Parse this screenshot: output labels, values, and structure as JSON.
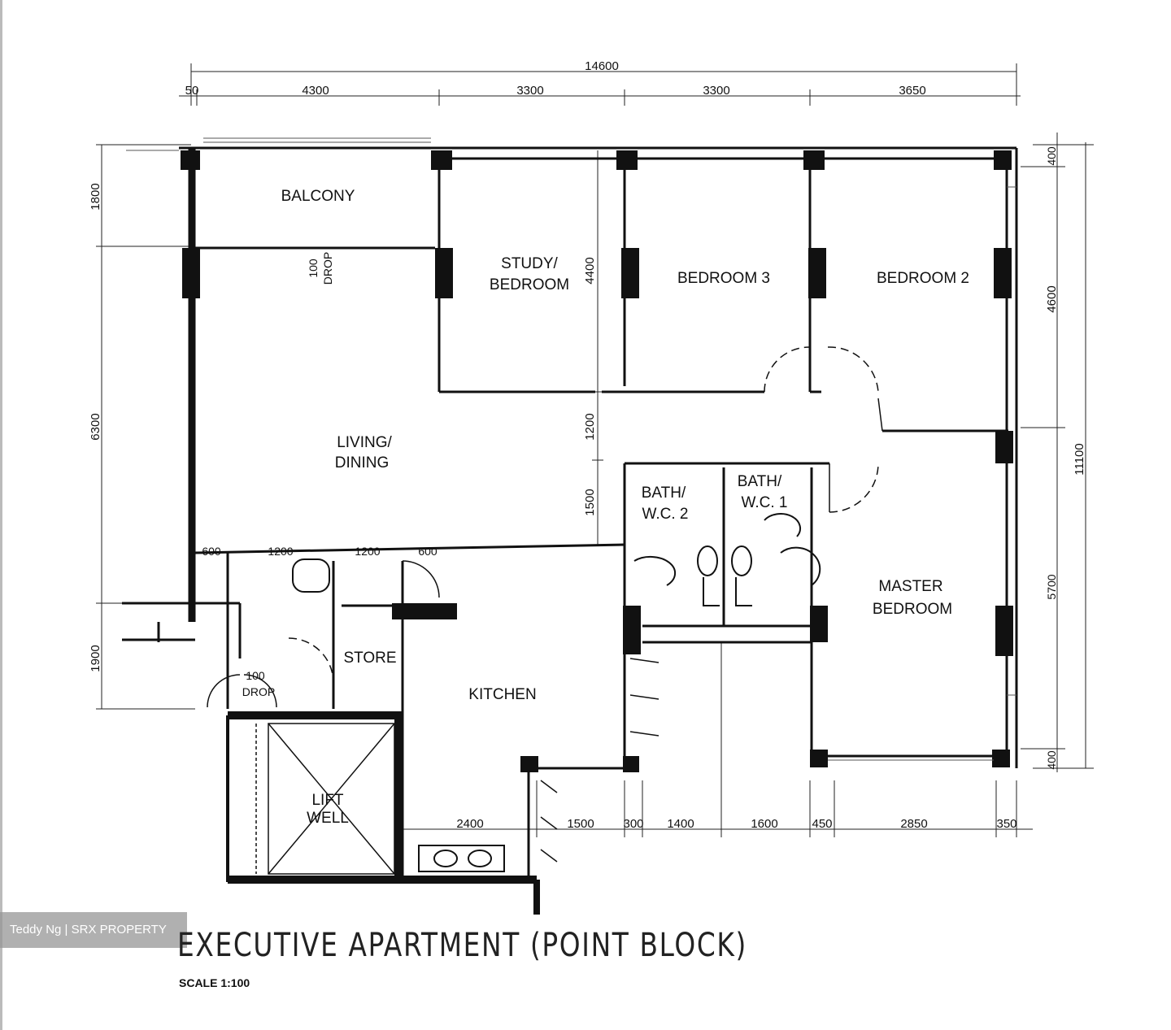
{
  "plan": {
    "title": "EXECUTIVE APARTMENT (POINT BLOCK)",
    "scale": "SCALE 1:100",
    "watermark": "Teddy Ng | SRX PROPERTY",
    "rooms": {
      "balcony": "BALCONY",
      "study_line1": "STUDY/",
      "study_line2": "BEDROOM",
      "bedroom3": "BEDROOM 3",
      "bedroom2": "BEDROOM 2",
      "living_line1": "LIVING/",
      "living_line2": "DINING",
      "bath2_line1": "BATH/",
      "bath2_line2": "W.C. 2",
      "bath1_line1": "BATH/",
      "bath1_line2": "W.C. 1",
      "master_line1": "MASTER",
      "master_line2": "BEDROOM",
      "store": "STORE",
      "kitchen": "KITCHEN",
      "lift_line1": "LIFT",
      "lift_line2": "WELL"
    },
    "notes": {
      "drop_top_1": "100",
      "drop_top_2": "DROP",
      "drop_bottom_1": "100",
      "drop_bottom_2": "DROP"
    },
    "dimensions": {
      "overall_width": "14600",
      "top": [
        "50",
        "4300",
        "3300",
        "3300",
        "3650"
      ],
      "left": [
        "1800",
        "6300",
        "1900"
      ],
      "inner_vertical": [
        "4400",
        "1200",
        "1500"
      ],
      "inner_horizontal": [
        "600",
        "1200",
        "1200",
        "600"
      ],
      "right": [
        "400",
        "4600",
        "5700",
        "400"
      ],
      "overall_height": "11100",
      "bottom": [
        "2400",
        "1500",
        "300",
        "1400",
        "1600",
        "450",
        "2850",
        "350"
      ]
    }
  }
}
